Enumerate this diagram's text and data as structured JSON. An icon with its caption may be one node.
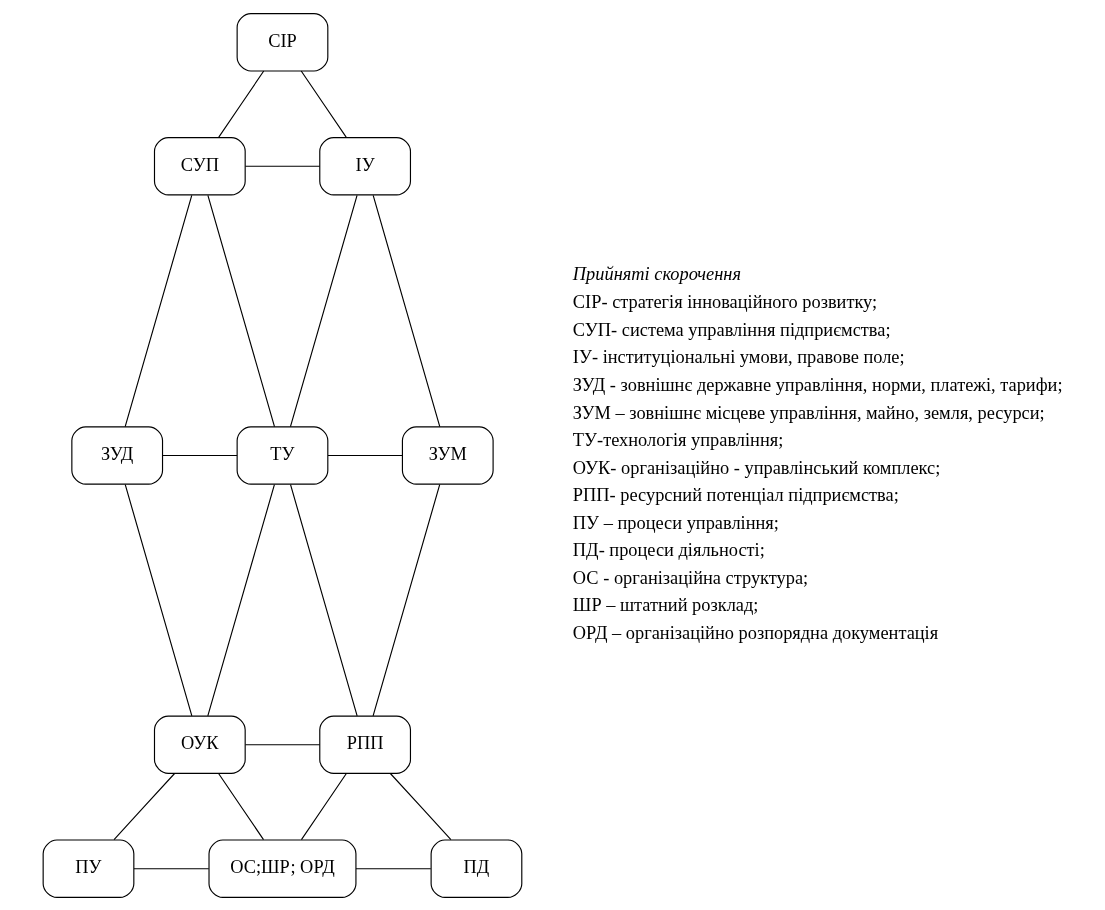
{
  "diagram": {
    "nodes": [
      {
        "text": [
          "СІР"
        ]
      },
      {
        "text": [
          "СУП"
        ]
      },
      {
        "text": [
          "ІУ"
        ]
      },
      {
        "text": [
          "ЗУД"
        ]
      },
      {
        "text": [
          "ТУ"
        ]
      },
      {
        "text": [
          "ЗУМ"
        ]
      },
      {
        "text": [
          "ОУК"
        ]
      },
      {
        "text": [
          "РПП"
        ]
      },
      {
        "text": [
          "ПУ"
        ]
      },
      {
        "text": [
          "ОС;ШР; ОРД"
        ]
      },
      {
        "text": [
          "ПД"
        ]
      }
    ],
    "edges": [
      {
        "from": 0,
        "to": 1,
        "arrow": "none"
      },
      {
        "from": 0,
        "to": 2,
        "arrow": "none"
      },
      {
        "from": 1,
        "to": 2,
        "arrow": "none"
      },
      {
        "from": 1,
        "to": 3,
        "arrow": "none"
      },
      {
        "from": 1,
        "to": 4,
        "arrow": "none"
      },
      {
        "from": 2,
        "to": 4,
        "arrow": "none"
      },
      {
        "from": 2,
        "to": 5,
        "arrow": "none"
      },
      {
        "from": 3,
        "to": 4,
        "arrow": "none"
      },
      {
        "from": 4,
        "to": 5,
        "arrow": "none"
      },
      {
        "from": 3,
        "to": 6,
        "arrow": "none"
      },
      {
        "from": 4,
        "to": 6,
        "arrow": "none"
      },
      {
        "from": 4,
        "to": 7,
        "arrow": "none"
      },
      {
        "from": 5,
        "to": 7,
        "arrow": "none"
      },
      {
        "from": 6,
        "to": 7,
        "arrow": "none"
      },
      {
        "from": 6,
        "to": 8,
        "arrow": "none"
      },
      {
        "from": 6,
        "to": 9,
        "arrow": "none"
      },
      {
        "from": 7,
        "to": 9,
        "arrow": "none"
      },
      {
        "from": 7,
        "to": 10,
        "arrow": "none"
      },
      {
        "from": 8,
        "to": 9,
        "arrow": "none"
      },
      {
        "from": 9,
        "to": 10,
        "arrow": "none"
      }
    ],
    "labels": [
      "Прийняті скорочення",
      "СІР- стратегія інноваційного розвитку;",
      "СУП- система управління підприємства;",
      "ІУ- інституціональні умови, правове поле;",
      "ЗУД - зовнішнє державне управління, норми, платежі, тарифи;",
      "ЗУМ – зовнішнє місцеве управління, майно, земля, ресурси;",
      "ТУ-технологія управління;",
      "ОУК- організаційно - управлінський комплекс;",
      "РПП- ресурсний потенціал підприємства;",
      "ПУ – процеси управління;",
      "ПД- процеси діяльності;",
      "ОС - організаційна структура;",
      "ШР – штатний розклад;",
      "ОРД – організаційно розпорядна документація"
    ]
  }
}
